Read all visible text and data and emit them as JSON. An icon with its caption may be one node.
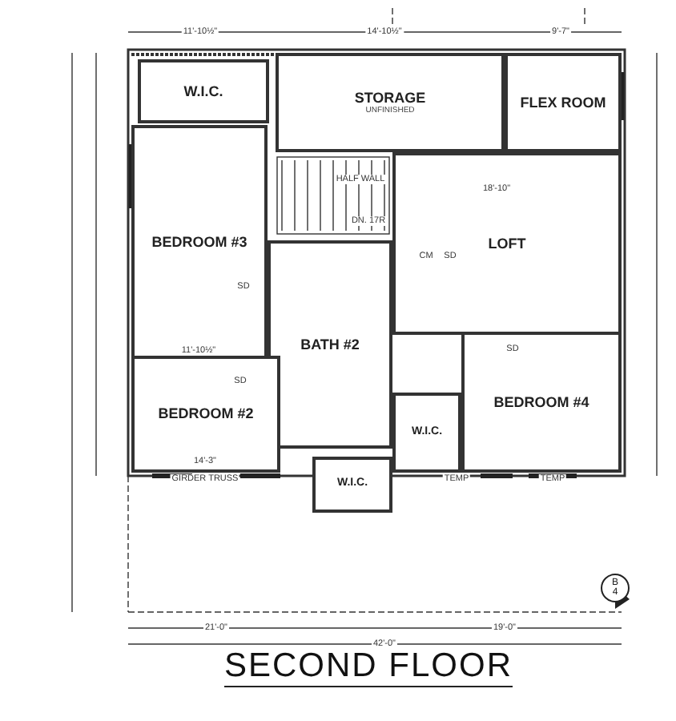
{
  "diagram": {
    "title": "SECOND FLOOR",
    "nodes": [
      {
        "text": [
          "W.I.C."
        ]
      },
      {
        "text": [
          "STORAGE",
          "UNFINISHED"
        ]
      },
      {
        "text": [
          "FLEX ROOM"
        ]
      },
      {
        "text": [
          "BEDROOM #3"
        ]
      },
      {
        "text": [
          "LOFT"
        ]
      },
      {
        "text": [
          "BATH #2"
        ]
      },
      {
        "text": [
          "BEDROOM #2"
        ]
      },
      {
        "text": [
          "W.I.C."
        ]
      },
      {
        "text": [
          "BEDROOM #4"
        ]
      },
      {
        "text": [
          "W.I.C."
        ]
      },
      {
        "text": [
          "B",
          "4"
        ]
      }
    ],
    "edges": [],
    "labels": [
      "11'-10½\"",
      "14'-10½\"",
      "9'-7\"",
      "HALF WALL",
      "DN. 17R",
      "18'-10\"",
      "CM",
      "SD",
      "SD",
      "11'-10½\"",
      "SD",
      "SD",
      "14'-3\"",
      "GIRDER TRUSS",
      "TEMP",
      "TEMP",
      "21'-0\"",
      "19'-0\"",
      "42'-0\""
    ]
  }
}
